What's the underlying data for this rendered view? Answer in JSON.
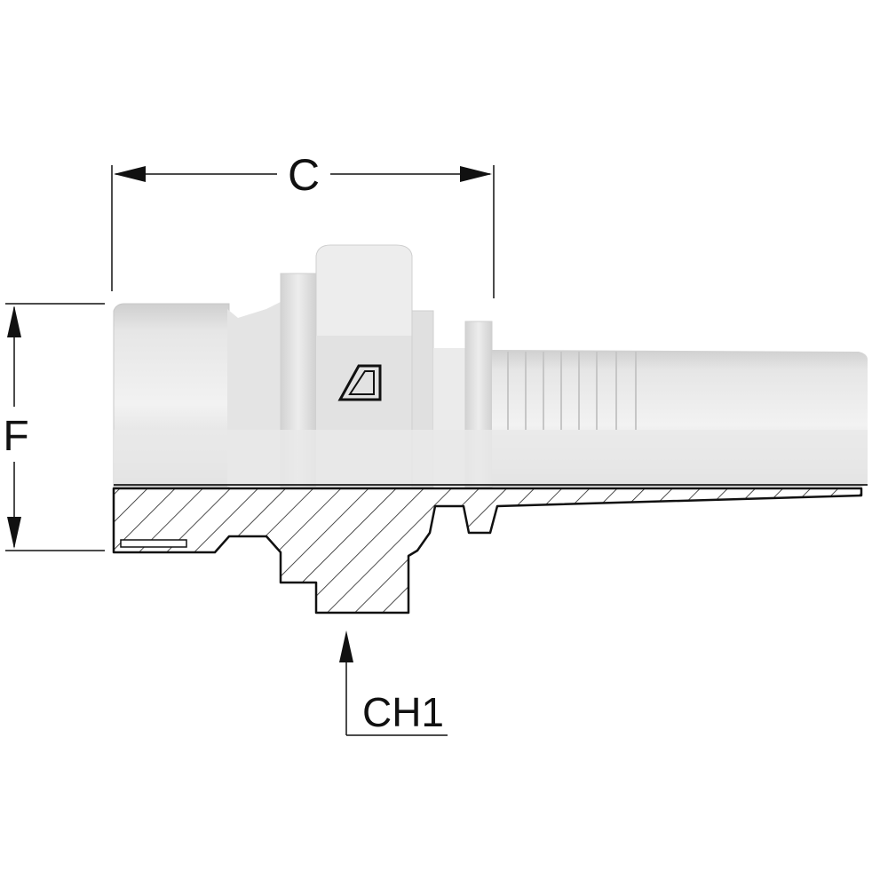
{
  "labels": {
    "dimension_c": "C",
    "dimension_f": "F",
    "dimension_ch1": "CH1"
  },
  "colors": {
    "background": "#ffffff",
    "metal_light": "#eeeeee",
    "metal_mid": "#d9d9d9",
    "metal_dark": "#bdbdbd",
    "line": "#111111",
    "section_fill": "#ffffff"
  },
  "icons": {
    "logo": "manufacturer-logo-icon"
  }
}
